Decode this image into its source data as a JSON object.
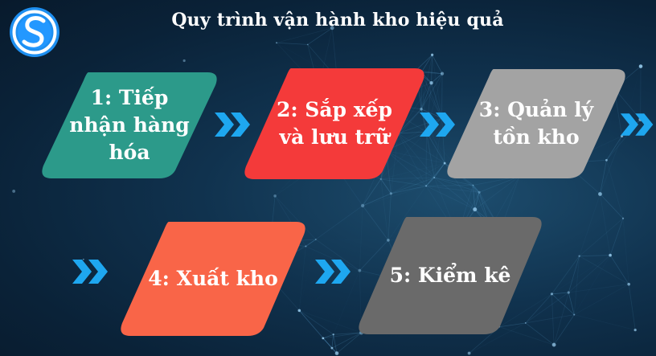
{
  "header": {
    "title": "Quy trình vận hành kho hiệu quả",
    "logo_icon": "brand-s-logo-icon"
  },
  "steps": [
    {
      "label": "1: Tiếp nhận hàng hóa",
      "color": "#2c9a8a"
    },
    {
      "label": "2: Sắp xếp và lưu trữ",
      "color": "#f43a3a"
    },
    {
      "label": "3: Quản lý tồn kho",
      "color": "#a3a3a3"
    },
    {
      "label": "4: Xuất kho",
      "color": "#f96548"
    },
    {
      "label": "5: Kiểm kê",
      "color": "#6a6a6a"
    }
  ],
  "arrow_icon": "double-chevron-right-icon",
  "colors": {
    "arrow": "#1ea7f0",
    "background": "#0d2a42",
    "logo": "#1e8ff0"
  }
}
